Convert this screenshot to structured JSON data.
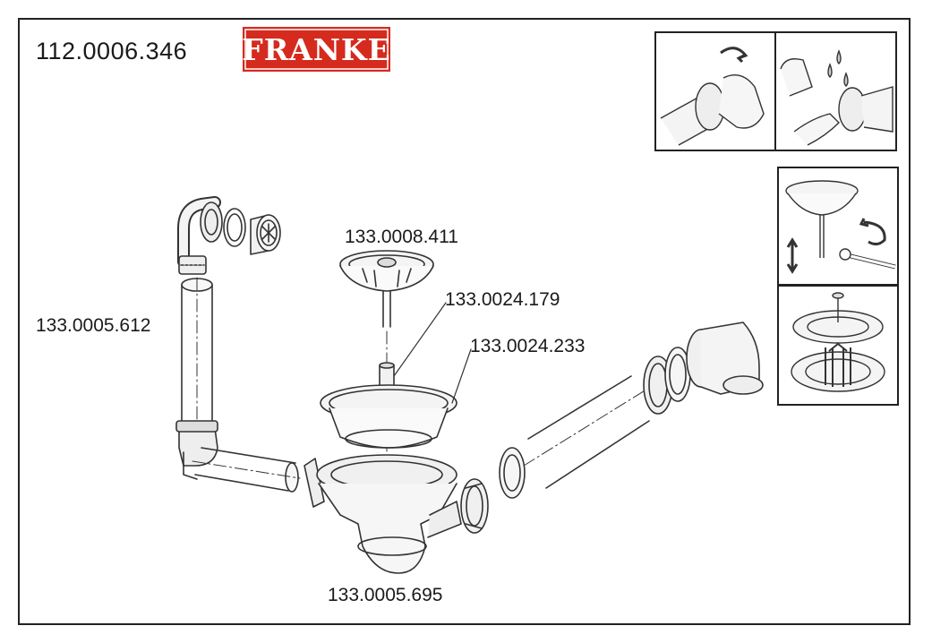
{
  "header": {
    "assembly_code": "112.0006.346",
    "brand_logo_text": "FRANKE",
    "brand_color": "#d52b1e"
  },
  "parts": [
    {
      "code": "133.0005.612"
    },
    {
      "code": "133.0008.411"
    },
    {
      "code": "133.0024.179"
    },
    {
      "code": "133.0024.233"
    },
    {
      "code": "133.0005.695"
    }
  ],
  "instruction_panels": [
    {
      "icon": "hand-tighten-nut-icon"
    },
    {
      "icon": "hand-lubricate-seal-icon"
    },
    {
      "icon": "strainer-adjust-icon"
    },
    {
      "icon": "strainer-installed-icon"
    }
  ]
}
